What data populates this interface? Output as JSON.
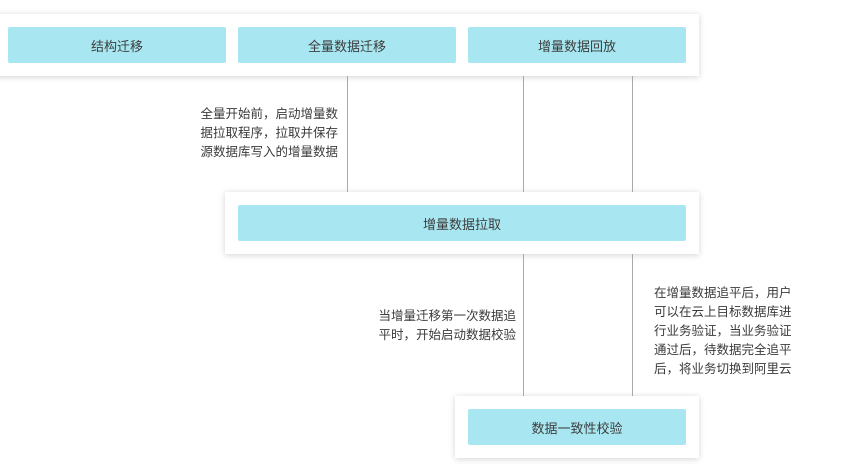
{
  "colors": {
    "box_fill": "#a8e7f1",
    "line": "#a9a9a9",
    "text": "#3a3a3a"
  },
  "stages": {
    "schema_migration": "结构迁移",
    "full_migration": "全量数据迁移",
    "incremental_writeback": "增量数据回放",
    "incremental_pull": "增量数据拉取",
    "consistency_check": "数据一致性校验"
  },
  "notes": {
    "before_full": [
      "全量开始前，启动增量数",
      "据拉取程序，拉取并保存",
      "源数据库写入的增量数据"
    ],
    "first_catchup": [
      "当增量迁移第一次数据追",
      "平时，开始启动数据校验"
    ],
    "after_catchup": [
      "在增量数据追平后，用户",
      "可以在云上目标数据库进",
      "行业务验证，当业务验证",
      "通过后，待数据完全追平",
      "后，将业务切换到阿里云"
    ]
  }
}
